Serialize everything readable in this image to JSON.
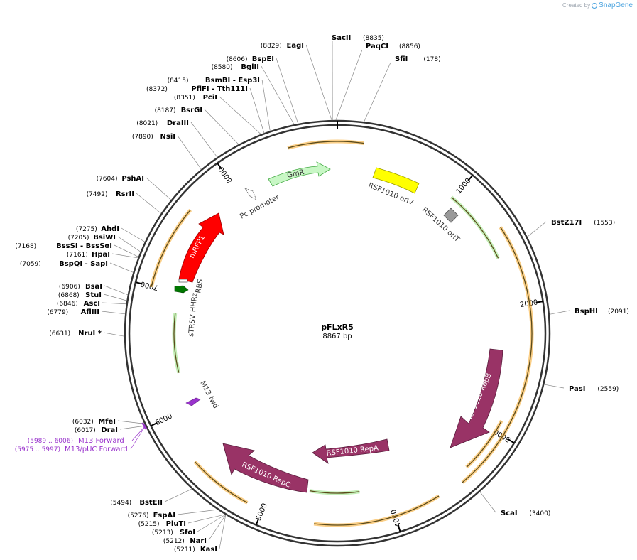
{
  "credit": {
    "prefix": "Created by",
    "brand": "SnapGene"
  },
  "plasmid": {
    "name": "pFLxR5",
    "length_label": "8867 bp"
  },
  "ticks": [
    {
      "label": "1000",
      "angle": 40.6
    },
    {
      "label": "2000",
      "angle": 81.2
    },
    {
      "label": "3000",
      "angle": 121.8
    },
    {
      "label": "4000",
      "angle": 162.4
    },
    {
      "label": "5000",
      "angle": 203.0
    },
    {
      "label": "6000",
      "angle": 243.6
    },
    {
      "label": "7000",
      "angle": 284.2
    },
    {
      "label": "8000",
      "angle": 324.8
    }
  ],
  "sites": [
    {
      "id": "saci",
      "pos": "(8835)",
      "name": "SacII",
      "angle": 358.7
    },
    {
      "id": "paqci",
      "pos": "(8856)",
      "name": "PaqCI",
      "angle": 359.6
    },
    {
      "id": "sfii",
      "pos": "(178)",
      "name": "SfiI",
      "angle": 7.2
    },
    {
      "id": "eagi",
      "pos": "(8829)",
      "name": "EagI",
      "angle": 358.5
    },
    {
      "id": "bspei",
      "pos": "(8606)",
      "name": "BspEI",
      "angle": 349.4
    },
    {
      "id": "bglii",
      "pos": "(8580)",
      "name": "BglII",
      "angle": 348.3
    },
    {
      "id": "bsmbi",
      "pos": "(8415)",
      "name": "BsmBI   - Esp3I",
      "angle": 341.6
    },
    {
      "id": "pflfi",
      "pos": "(8372)",
      "name": "PflFI   - Tth111I",
      "angle": 339.9
    },
    {
      "id": "pcii",
      "pos": "(8351)",
      "name": "PciI",
      "angle": 339.0
    },
    {
      "id": "bsrgi",
      "pos": "(8187)",
      "name": "BsrGI",
      "angle": 332.4
    },
    {
      "id": "draiii",
      "pos": "(8021)",
      "name": "DraIII",
      "angle": 325.7
    },
    {
      "id": "nsii",
      "pos": "(7890)",
      "name": "NsiI",
      "angle": 320.3
    },
    {
      "id": "pshai",
      "pos": "(7604)",
      "name": "PshAI",
      "angle": 308.7
    },
    {
      "id": "rsrii",
      "pos": "(7492)",
      "name": "RsrII",
      "angle": 304.2
    },
    {
      "id": "ahdi",
      "pos": "(7275)",
      "name": "AhdI",
      "angle": 295.4
    },
    {
      "id": "bsiwi",
      "pos": "(7205)",
      "name": "BsiWI",
      "angle": 292.5
    },
    {
      "id": "bsssi",
      "pos": "(7168)",
      "name": "BssSI   - BssSαI",
      "angle": 291.0
    },
    {
      "id": "hpai",
      "pos": "(7161)",
      "name": "HpaI",
      "angle": 290.7
    },
    {
      "id": "bspqi",
      "pos": "(7059)",
      "name": "BspQI   - SapI",
      "angle": 286.6
    },
    {
      "id": "bsai",
      "pos": "(6906)",
      "name": "BsaI",
      "angle": 280.4
    },
    {
      "id": "stui",
      "pos": "(6868)",
      "name": "StuI",
      "angle": 278.8
    },
    {
      "id": "asci",
      "pos": "(6846)",
      "name": "AscI",
      "angle": 277.9
    },
    {
      "id": "afliii",
      "pos": "(6779)",
      "name": "AflIII",
      "angle": 275.2
    },
    {
      "id": "nrui",
      "pos": "(6631)",
      "name": "NruI *",
      "angle": 269.2
    },
    {
      "id": "mfei",
      "pos": "(6032)",
      "name": "MfeI",
      "angle": 244.9
    },
    {
      "id": "drai",
      "pos": "(6017)",
      "name": "DraI",
      "angle": 244.3
    },
    {
      "id": "bsteii",
      "pos": "(5494)",
      "name": "BstEII",
      "angle": 223.1
    },
    {
      "id": "fspai",
      "pos": "(5276)",
      "name": "FspAI",
      "angle": 214.2
    },
    {
      "id": "pluti",
      "pos": "(5215)",
      "name": "PluTI",
      "angle": 211.8
    },
    {
      "id": "sfoi",
      "pos": "(5213)",
      "name": "SfoI",
      "angle": 211.7
    },
    {
      "id": "nari",
      "pos": "(5212)",
      "name": "NarI",
      "angle": 211.6
    },
    {
      "id": "kasi",
      "pos": "(5211)",
      "name": "KasI",
      "angle": 211.6
    },
    {
      "id": "bstz17i",
      "pos": "(1553)",
      "name": "BstZ17I",
      "angle": 63.1
    },
    {
      "id": "bsphi",
      "pos": "(2091)",
      "name": "BspHI",
      "angle": 84.9
    },
    {
      "id": "pasi",
      "pos": "(2559)",
      "name": "PasI",
      "angle": 103.9
    },
    {
      "id": "scai",
      "pos": "(3400)",
      "name": "ScaI",
      "angle": 138.0
    }
  ],
  "primers": [
    {
      "id": "m13fwd",
      "pos": "(5989 .. 6006)",
      "name": "M13 Forward"
    },
    {
      "id": "m13puc",
      "pos": "(5975 .. 5997)",
      "name": "M13/pUC Forward"
    }
  ],
  "features": [
    {
      "id": "gmr",
      "name": "GmR",
      "color": "#c8f7c5"
    },
    {
      "id": "mrfp1",
      "name": "mRFP1",
      "color": "#ff0000"
    },
    {
      "id": "repb",
      "name": "RSF1010 RepB",
      "color": "#993366"
    },
    {
      "id": "repa",
      "name": "RSF1010 RepA",
      "color": "#993366"
    },
    {
      "id": "repc",
      "name": "RSF1010 RepC",
      "color": "#993366"
    },
    {
      "id": "oriv",
      "name": "RSF1010 oriV",
      "color": "#ffff00"
    },
    {
      "id": "orit",
      "name": "RSF1010 oriT",
      "color": "#999999"
    },
    {
      "id": "pcprom",
      "name": "Pc promoter",
      "color": "#ffffff"
    },
    {
      "id": "rbs",
      "name": "RBS",
      "color": "#ffffff"
    },
    {
      "id": "hhrz",
      "name": "sTRSV HHRz",
      "color": "#007700"
    },
    {
      "id": "m13fwdfeat",
      "name": "M13 fwd",
      "color": "#9933cc"
    }
  ]
}
